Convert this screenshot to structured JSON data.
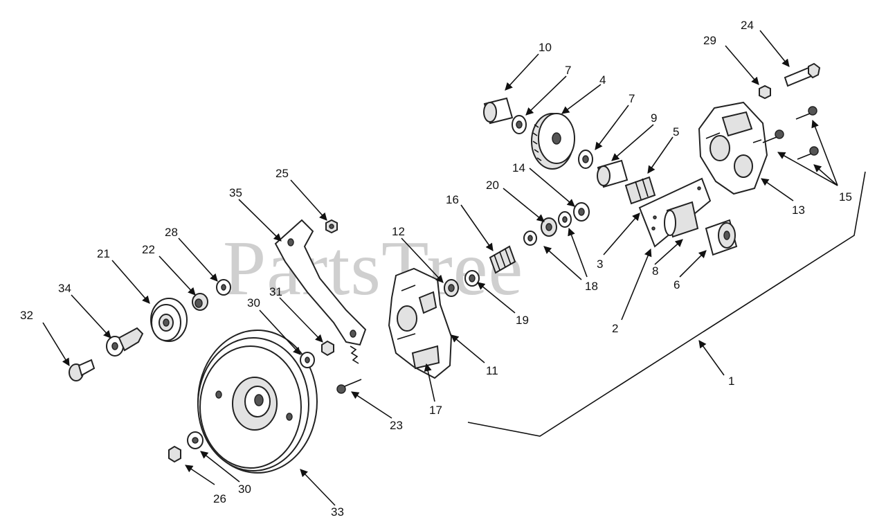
{
  "watermark": "PartsTree",
  "labels": {
    "l1": "1",
    "l2": "2",
    "l3": "3",
    "l4": "4",
    "l5": "5",
    "l6": "6",
    "l7a": "7",
    "l7b": "7",
    "l8": "8",
    "l9": "9",
    "l10": "10",
    "l11": "11",
    "l12": "12",
    "l13": "13",
    "l14": "14",
    "l15": "15",
    "l16": "16",
    "l17": "17",
    "l18": "18",
    "l19": "19",
    "l20": "20",
    "l21": "21",
    "l22": "22",
    "l23": "23",
    "l24": "24",
    "l25": "25",
    "l26": "26",
    "l28": "28",
    "l29": "29",
    "l30a": "30",
    "l30b": "30",
    "l31": "31",
    "l32": "32",
    "l33": "33",
    "l34": "34",
    "l35": "35"
  }
}
